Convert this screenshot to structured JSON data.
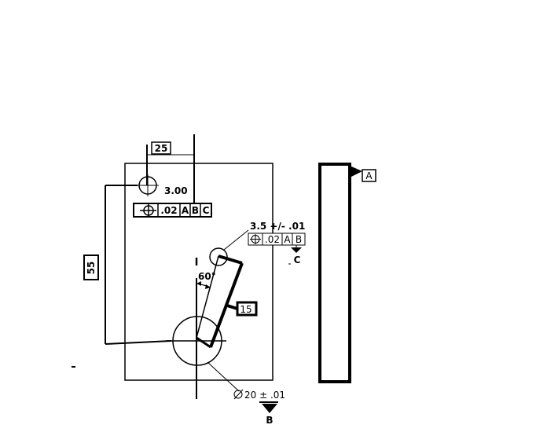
{
  "drawing": {
    "top_hole": {
      "basic_dim": "25",
      "size_label": "3.00",
      "fcf": {
        "tolerance": ".02",
        "datums": [
          "A",
          "B",
          "C"
        ]
      }
    },
    "small_hole": {
      "size_label": "3.5 +/- .01",
      "fcf": {
        "tolerance": ".02",
        "datums": [
          "A",
          "B"
        ]
      },
      "datum_feature": "C"
    },
    "angle_label": "60°",
    "vertical_basic_dim": "55",
    "slot_basic_dim": "15",
    "large_hole": {
      "size_label": "20 ± .01",
      "datum_feature": "B"
    },
    "side_view": {
      "datum_feature": "A"
    },
    "center_mark": "I"
  }
}
